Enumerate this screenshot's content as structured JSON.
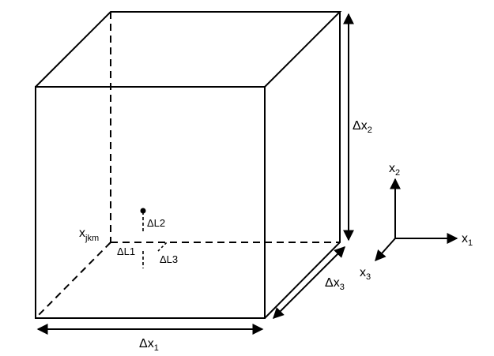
{
  "diagram": {
    "dims": {
      "dx1": {
        "main": "Δx",
        "sub": "1"
      },
      "dx2": {
        "main": "Δx",
        "sub": "2"
      },
      "dx3": {
        "main": "Δx",
        "sub": "3"
      }
    },
    "point": {
      "main": "x",
      "sub": "jkm"
    },
    "deltas": {
      "l1": "ΔL1",
      "l2": "ΔL2",
      "l3": "ΔL3"
    },
    "axes": {
      "x1": {
        "main": "x",
        "sub": "1"
      },
      "x2": {
        "main": "x",
        "sub": "2"
      },
      "x3": {
        "main": "x",
        "sub": "3"
      }
    }
  }
}
